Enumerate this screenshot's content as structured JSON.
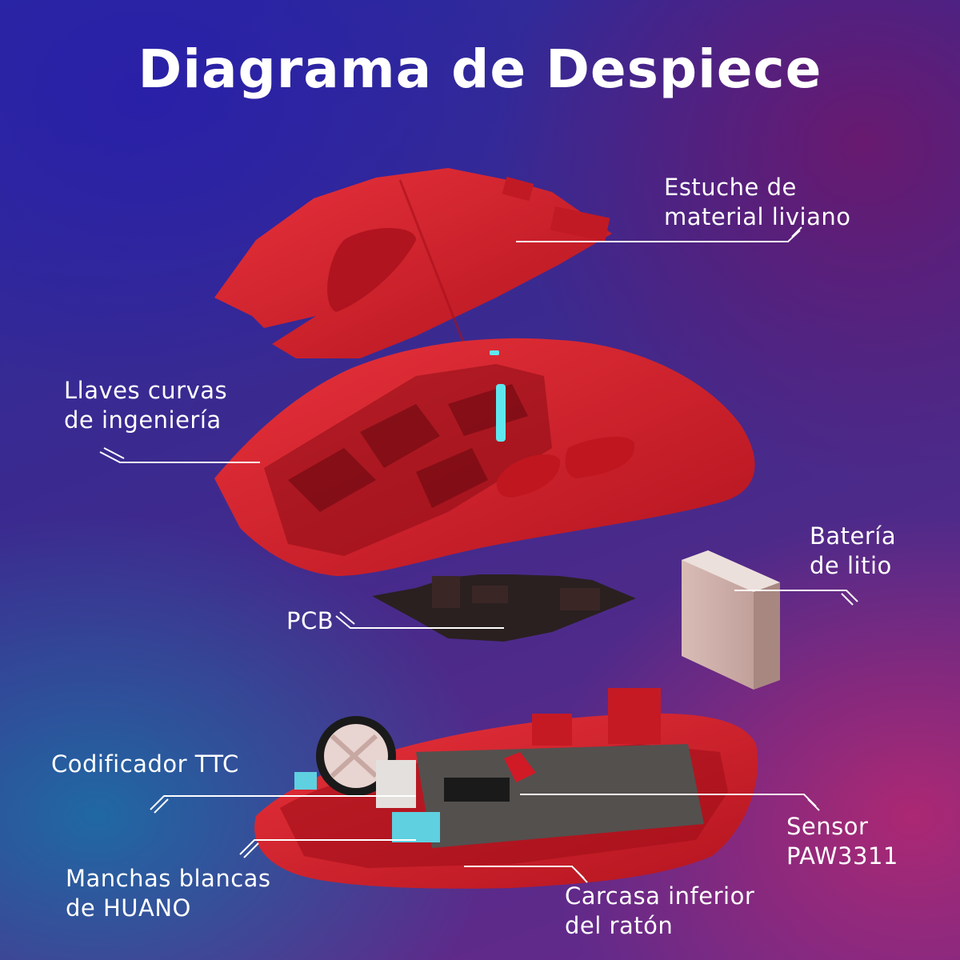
{
  "title": "Diagrama de Despiece",
  "colors": {
    "mouse_red": "#d21f2a",
    "leader_line": "#ffffff",
    "battery": "#c9a8a2",
    "pcb": "#2a2020",
    "encoder_tint": "#5fd0e0"
  },
  "labels": {
    "shell": [
      "Estuche de",
      "material liviano"
    ],
    "keys": [
      "Llaves curvas",
      "de ingeniería"
    ],
    "battery": [
      "Batería",
      "de litio"
    ],
    "pcb": "PCB",
    "encoder": "Codificador TTC",
    "switches": [
      "Manchas blancas",
      "de HUANO"
    ],
    "sensor": [
      "Sensor",
      "PAW3311"
    ],
    "bottom_case": [
      "Carcasa inferior",
      "del ratón"
    ]
  }
}
